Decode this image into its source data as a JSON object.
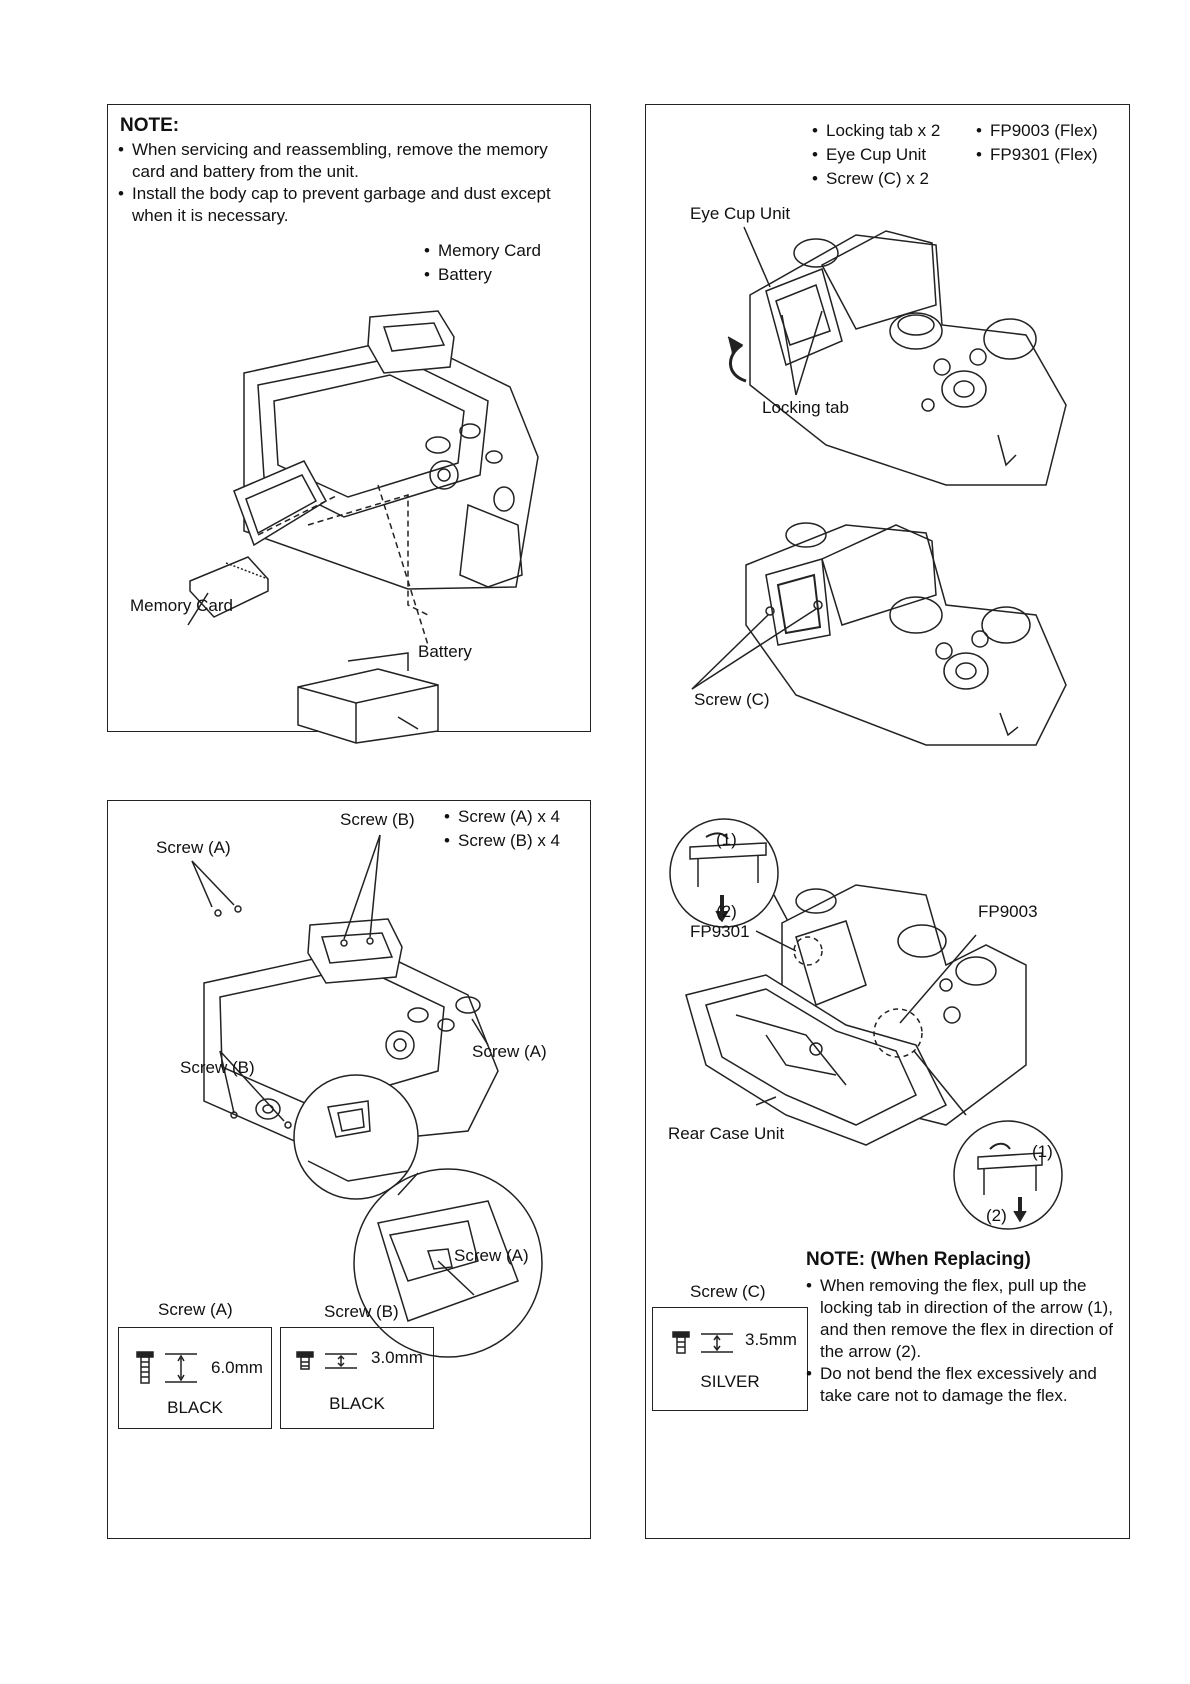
{
  "panel1": {
    "note_title": "NOTE:",
    "note_items": [
      "When servicing and reassembling, remove the memory card and battery from the unit.",
      "Install the body cap to prevent garbage and dust except when it is necessary."
    ],
    "parts": [
      "Memory Card",
      "Battery"
    ],
    "labels": {
      "memory_card": "Memory Card",
      "battery": "Battery"
    }
  },
  "panel2": {
    "parts": [
      "Screw (A) x 4",
      "Screw (B) x 4"
    ],
    "labels": {
      "screw_b_top": "Screw (B)",
      "screw_a_left": "Screw (A)",
      "screw_b_left": "Screw (B)",
      "screw_a_right": "Screw (A)",
      "screw_a_detail": "Screw (A)"
    },
    "screws": [
      {
        "name": "Screw (A)",
        "length": "6.0mm",
        "color": "BLACK"
      },
      {
        "name": "Screw (B)",
        "length": "3.0mm",
        "color": "BLACK"
      }
    ]
  },
  "panel3": {
    "parts_col1": [
      "Locking tab x 2",
      "Eye Cup Unit",
      "Screw (C) x 2"
    ],
    "parts_col2": [
      "FP9003 (Flex)",
      "FP9301 (Flex)"
    ],
    "labels": {
      "eye_cup_unit": "Eye Cup Unit",
      "locking_tab": "Locking tab",
      "screw_c": "Screw (C)",
      "step1_top": "(1)",
      "step2_top": "(2)",
      "fp9301": "FP9301",
      "fp9003": "FP9003",
      "rear_case_unit": "Rear Case Unit",
      "step1_bottom": "(1)",
      "step2_bottom": "(2)"
    },
    "screw": {
      "name": "Screw (C)",
      "length": "3.5mm",
      "color": "SILVER"
    },
    "note_title": "NOTE: (When Replacing)",
    "note_items": [
      "When removing the flex, pull up the locking tab in direction of the arrow (1), and then remove the flex in direction of the arrow (2).",
      "Do not bend the flex excessively and take care not to damage the flex."
    ]
  }
}
